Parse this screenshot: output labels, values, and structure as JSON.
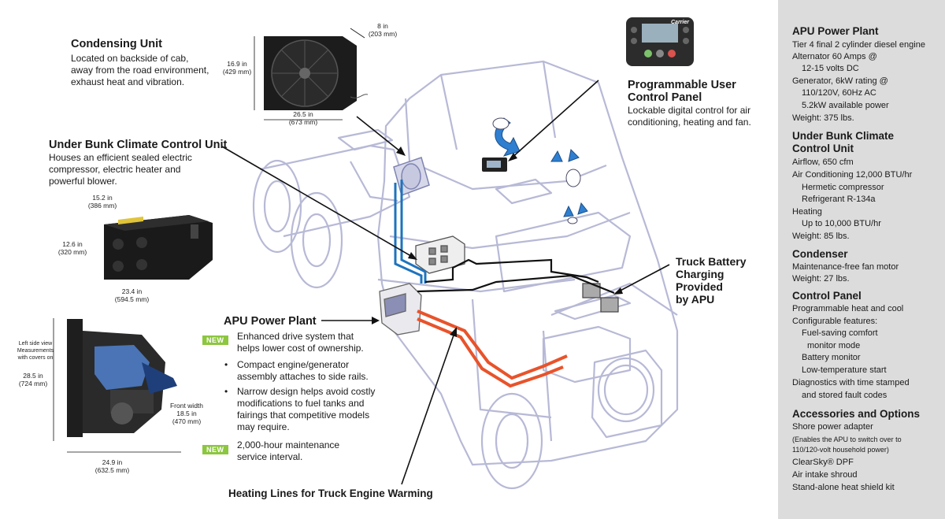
{
  "condensing": {
    "title": "Condensing Unit",
    "desc": [
      "Located on backside of cab,",
      "away from the road environment,",
      "exhaust heat and vibration."
    ],
    "dim_depth": [
      "8 in",
      "(203 mm)"
    ],
    "dim_height": [
      "16.9 in",
      "(429 mm)"
    ],
    "dim_width": [
      "26.5 in",
      "(673 mm)"
    ]
  },
  "underbunk": {
    "title": "Under Bunk Climate Control Unit",
    "desc": [
      "Houses an efficient sealed electric",
      "compressor, electric heater and",
      "powerful blower."
    ],
    "dim_depth": [
      "15.2 in",
      "(386 mm)"
    ],
    "dim_height": [
      "12.6 in",
      "(320 mm)"
    ],
    "dim_width": [
      "23.4 in",
      "(594.5 mm)"
    ]
  },
  "engine": {
    "note": [
      "Left side view",
      "Measurements",
      "with covers on"
    ],
    "dim_height": [
      "28.5 in",
      "(724 mm)"
    ],
    "dim_front": [
      "Front width",
      "18.5 in",
      "(470 mm)"
    ],
    "dim_length": [
      "24.9 in",
      "(632.5 mm)"
    ]
  },
  "control_panel": {
    "title": [
      "Programmable User",
      "Control Panel"
    ],
    "desc": [
      "Lockable digital control for air",
      "conditioning, heating and fan."
    ],
    "brand": "Carrier"
  },
  "battery": {
    "title": [
      "Truck Battery",
      "Charging",
      "Provided",
      "by APU"
    ]
  },
  "apu": {
    "title": "APU Power Plant",
    "badge": "NEW",
    "bullets": [
      {
        "type": "new",
        "lines": [
          "Enhanced drive system that",
          "helps lower cost of ownership."
        ]
      },
      {
        "type": "dot",
        "lines": [
          "Compact engine/generator",
          "assembly attaches to side rails."
        ]
      },
      {
        "type": "dot",
        "lines": [
          "Narrow design helps avoid costly",
          "modifications to fuel tanks and",
          "fairings that competitive models",
          "may require."
        ]
      },
      {
        "type": "new",
        "lines": [
          "2,000-hour maintenance",
          "service interval."
        ]
      }
    ]
  },
  "heating_lines": "Heating Lines for Truck Engine Warming",
  "sidebar": {
    "sections": [
      {
        "title": "APU Power Plant",
        "lines": [
          {
            "t": "Tier 4 final 2 cylinder diesel engine",
            "i": 0
          },
          {
            "t": "Alternator 60 Amps @",
            "i": 0
          },
          {
            "t": "12-15 volts DC",
            "i": 1
          },
          {
            "t": "Generator, 6kW rating @",
            "i": 0
          },
          {
            "t": "110/120V, 60Hz AC",
            "i": 1
          },
          {
            "t": "5.2kW available power",
            "i": 1
          },
          {
            "t": "Weight: 375 lbs.",
            "i": 0
          }
        ]
      },
      {
        "title": "Under Bunk Climate Control Unit",
        "lines": [
          {
            "t": "Airflow, 650 cfm",
            "i": 0
          },
          {
            "t": "Air Conditioning 12,000 BTU/hr",
            "i": 0
          },
          {
            "t": "Hermetic compressor",
            "i": 1
          },
          {
            "t": "Refrigerant R-134a",
            "i": 1
          },
          {
            "t": "Heating",
            "i": 0
          },
          {
            "t": "Up to 10,000 BTU/hr",
            "i": 1
          },
          {
            "t": "Weight: 85 lbs.",
            "i": 0
          }
        ]
      },
      {
        "title": "Condenser",
        "lines": [
          {
            "t": "Maintenance-free fan motor",
            "i": 0
          },
          {
            "t": "Weight: 27 lbs.",
            "i": 0
          }
        ]
      },
      {
        "title": "Control Panel",
        "lines": [
          {
            "t": "Programmable heat and cool",
            "i": 0
          },
          {
            "t": "Configurable features:",
            "i": 0
          },
          {
            "t": "Fuel-saving comfort",
            "i": 1
          },
          {
            "t": "monitor mode",
            "i": 2
          },
          {
            "t": "Battery monitor",
            "i": 1
          },
          {
            "t": "Low-temperature start",
            "i": 1
          },
          {
            "t": "Diagnostics with time stamped",
            "i": 0
          },
          {
            "t": "and stored fault codes",
            "i": 1
          }
        ]
      },
      {
        "title": "Accessories and Options",
        "lines": [
          {
            "t": "Shore power adapter",
            "i": 0
          },
          {
            "t": "(Enables the APU to switch over to",
            "i": 0,
            "small": true
          },
          {
            "t": "110/120-volt household power)",
            "i": 0,
            "small": true
          },
          {
            "t": "ClearSky® DPF",
            "i": 0
          },
          {
            "t": "Air intake shroud",
            "i": 0
          },
          {
            "t": "Stand-alone heat shield kit",
            "i": 0
          }
        ]
      }
    ]
  }
}
